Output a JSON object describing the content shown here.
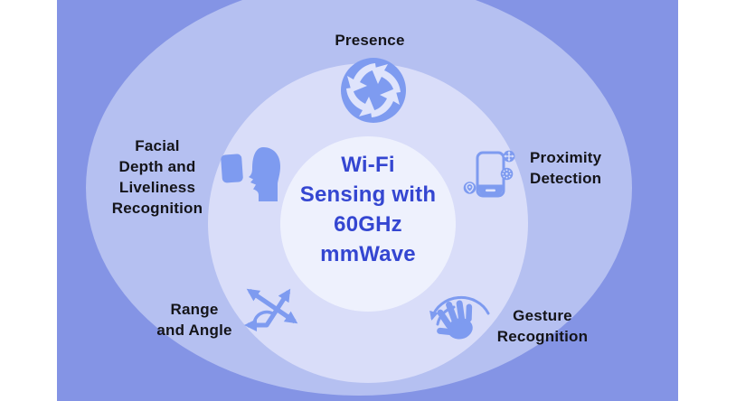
{
  "figure": {
    "center_title": "Wi-Fi\nSensing with\n60GHz\nmmWave",
    "labels": {
      "presence": "Presence",
      "proximity_detection": "Proximity\nDetection",
      "gesture_recognition": "Gesture\nRecognition",
      "range_and_angle": "Range\nand Angle",
      "facial_recognition": "Facial\nDepth and\nLiveliness\nRecognition"
    },
    "icons": {
      "presence": "fan-swirl-icon",
      "proximity_detection": "phone-with-sensors-icon",
      "gesture_recognition": "waving-hand-icon",
      "range_and_angle": "crossing-arrows-angle-icon",
      "facial_recognition": "face-profile-scan-icon"
    },
    "colors": {
      "outer_background": "#8494e5",
      "ring_mid": "#b5c0f1",
      "ring_light": "#d9ddf9",
      "center_circle": "#eef1fd",
      "heading_text": "#3446d1",
      "label_text": "#141419",
      "icon_blue": "#7e9bf0",
      "icon_glyph_light": "#dfe4fc"
    }
  }
}
